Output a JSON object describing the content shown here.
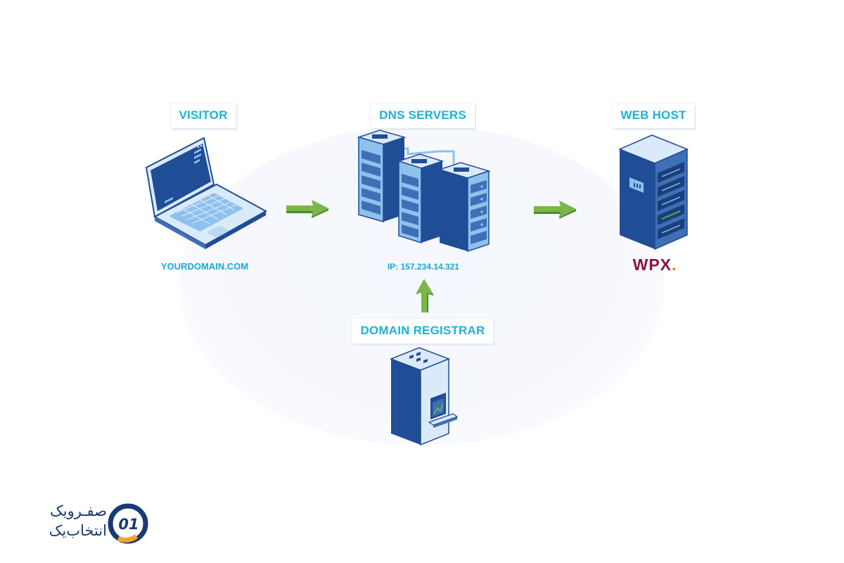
{
  "nodes": {
    "visitor": {
      "label": "VISITOR",
      "caption": "YOURDOMAIN.COM"
    },
    "dns": {
      "label": "DNS SERVERS",
      "caption": "IP: 157.234.14.321"
    },
    "webhost": {
      "label": "WEB HOST",
      "brand": "WPX",
      "brand_dot": "."
    },
    "registrar": {
      "label": "DOMAIN REGISTRAR"
    }
  },
  "watermark": {
    "line1": "صفـرویک",
    "line2": "انتخاب‌یک",
    "logo_text": "01"
  },
  "colors": {
    "label_text": "#1bb2d6",
    "arrow": "#7ab648",
    "server_dark": "#1f4d96",
    "server_light": "#8ec1ee",
    "wpx_brand": "#8a1448",
    "wpx_dot": "#f2762e",
    "watermark_blue": "#183b75",
    "watermark_accent": "#f4a52a"
  }
}
